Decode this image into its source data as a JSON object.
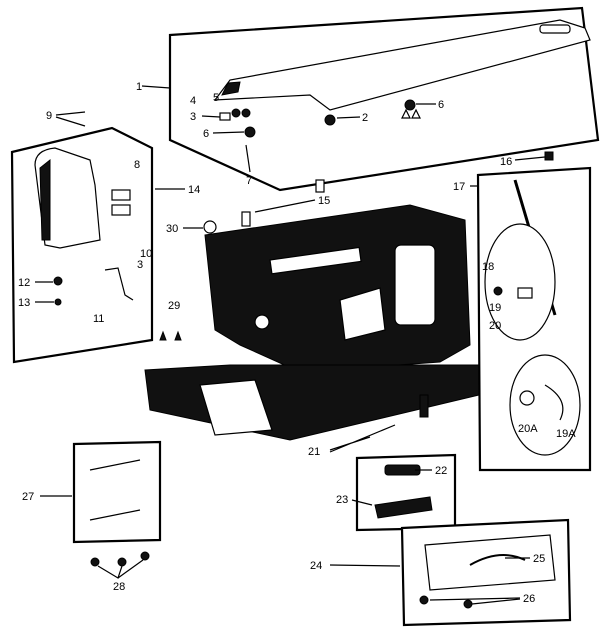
{
  "diagram": {
    "callouts": {
      "c1": "1",
      "c2": "2",
      "c3a": "3",
      "c4": "4",
      "c5": "5",
      "c6a": "6",
      "c6b": "6",
      "c7": "7",
      "c9": "9",
      "c8": "8",
      "c14": "14",
      "c10": "10",
      "c3b": "3",
      "c11": "11",
      "c12": "12",
      "c13": "13",
      "c30": "30",
      "c29": "29",
      "c15": "15",
      "c16": "16",
      "c17": "17",
      "c18": "18",
      "c19": "19",
      "c20": "20",
      "c20A": "20A",
      "c19A": "19A",
      "c21": "21",
      "c22": "22",
      "c23": "23",
      "c24": "24",
      "c25": "25",
      "c26": "26",
      "c27": "27",
      "c28": "28"
    }
  }
}
